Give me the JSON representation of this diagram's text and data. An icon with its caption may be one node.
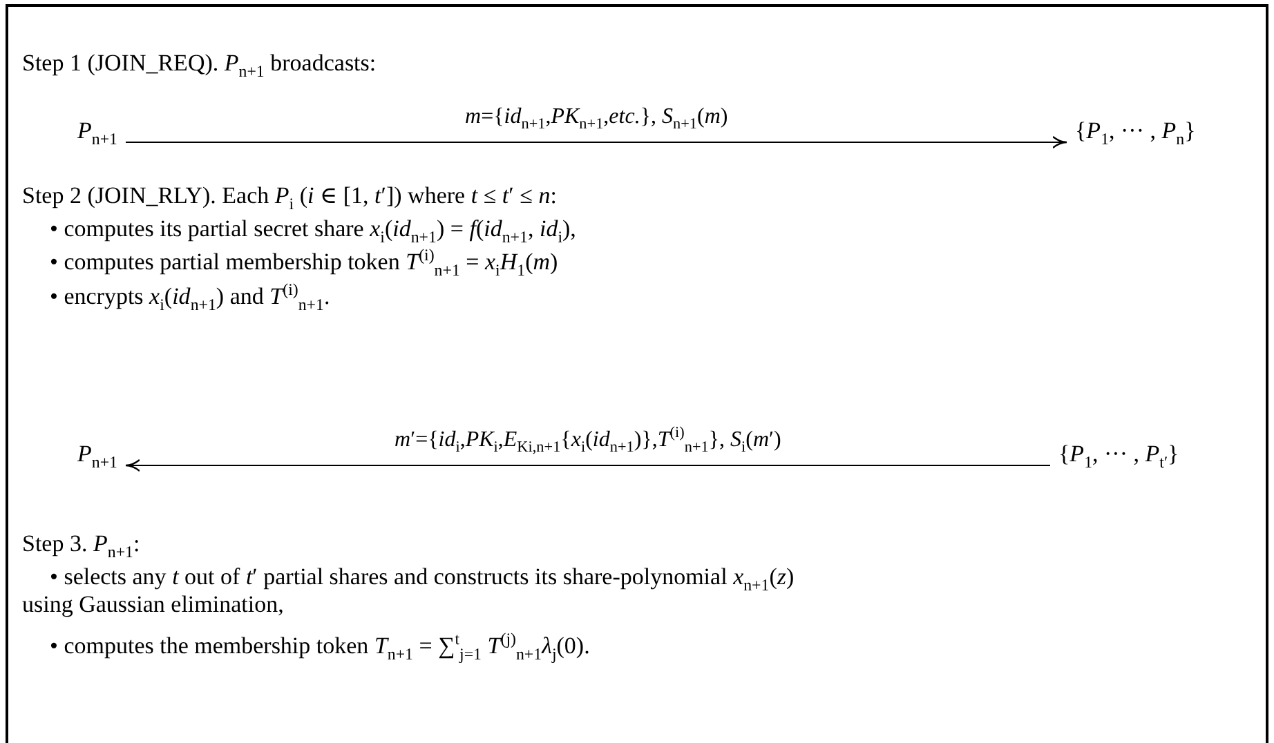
{
  "diagram": {
    "nodes": [
      {
        "text": [
          "*P*$_{n+1}$"
        ]
      },
      {
        "text": [
          "{*P*$_{1}$, ··· , *P*$_{n}$}"
        ]
      },
      {
        "text": [
          "*P*$_{n+1}$"
        ]
      },
      {
        "text": [
          "{*P*$_{1}$, ··· , *P*$_{t′}$}"
        ]
      }
    ],
    "edges": [
      {
        "from": 0,
        "to": 1,
        "arrow": "to",
        "label": "*m*={*id*$_{n+1}$,*PK*$_{n+1}$,*etc.*}, *S*$_{n+1}$(*m*)"
      },
      {
        "from": 3,
        "to": 2,
        "arrow": "to",
        "label": "*m*′={*id*$_{i}$,*PK*$_{i}$,*E*$_{K}$$_{i,n+1}${*x*$_{i}$(*id*$_{n+1}$)},*T*$^{(i)}$$_{n+1}$}, *S*$_{i}$(*m*′)"
      }
    ],
    "labels": [
      "Step 1 (JOIN_REQ). *P*$_{n+1}$ broadcasts:",
      "Step 2 (JOIN_RLY). Each *P*$_{i}$ (*i* ∈ [1, *t*′]) where *t* ≤ *t*′ ≤ *n*:",
      "• computes its partial secret share *x*$_{i}$(*id*$_{n+1}$) = *f*(*id*$_{n+1}$, *id*$_{i}$),",
      "• computes partial membership token *T*$^{(i)}$$_{n+1}$ = *x*$_{i}$*H*$_{1}$(*m*)",
      "• encrypts *x*$_{i}$(*id*$_{n+1}$) and *T*$^{(i)}$$_{n+1}$.",
      "Step 3. *P*$_{n+1}$:",
      "• selects any *t* out of *t*′ partial shares and constructs its share-polynomial *x*$_{n+1}$(*z*) using Gaussian elimination,",
      "• computes the membership token *T*$_{n+1}$ = ∑$^{t}$$_{j=1}$ *T*$^{(j)}$$_{n+1}$*λ*$_{j}$(0)."
    ]
  }
}
